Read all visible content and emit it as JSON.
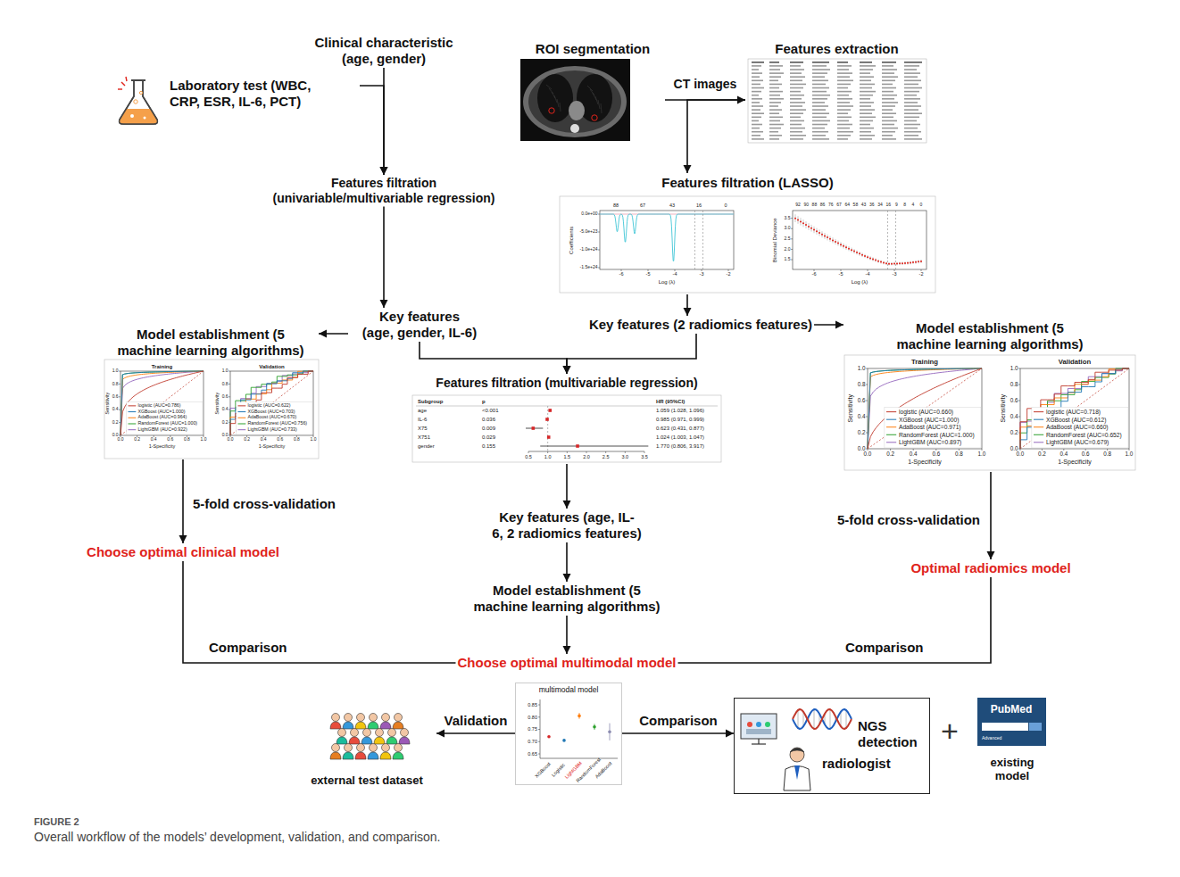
{
  "diagram": {
    "caption": "Overall workflow of the models’ development, validation, and comparison.",
    "nodes": [
      {
        "text": [
          "Clinical characteristic (age, gender)"
        ]
      },
      {
        "text": [
          "Laboratory test (WBC, CRP, ESR, IL-6, PCT)"
        ]
      },
      {
        "text": [
          "ROI segmentation"
        ]
      },
      {
        "text": [
          "Features extraction"
        ]
      },
      {
        "text": [
          "Features filtration (univariable/multivariable regression)"
        ]
      },
      {
        "text": [
          "Features filtration (LASSO)"
        ]
      },
      {
        "text": [
          "Model establishment (5 machine learning algorithms)"
        ]
      },
      {
        "text": [
          "Key features (age, gender, IL-6)"
        ]
      },
      {
        "text": [
          "Key features (2 radiomics features)"
        ]
      },
      {
        "text": [
          "Model establishment (5 machine learning algorithms)"
        ]
      },
      {
        "text": [
          "Features filtration (multivariable regression)"
        ]
      },
      {
        "text": [
          "Choose optimal clinical model"
        ]
      },
      {
        "text": [
          "Key features (age, IL-6, 2 radiomics features)"
        ]
      },
      {
        "text": [
          "Optimal radiomics model"
        ]
      },
      {
        "text": [
          "Model establishment (5 machine learning algorithms)"
        ]
      },
      {
        "text": [
          "Choose optimal multimodal model"
        ]
      },
      {
        "text": [
          "external test dataset"
        ]
      },
      {
        "text": [
          "multimodal model"
        ]
      },
      {
        "text": [
          "NGS detection",
          "radiologist"
        ]
      },
      {
        "text": [
          "existing model"
        ]
      }
    ],
    "edges": [
      {
        "from": 0,
        "to": 4,
        "arrow": "to"
      },
      {
        "from": 1,
        "to": 4,
        "arrow": "to"
      },
      {
        "from": 2,
        "to": 3,
        "label": "CT images",
        "arrow": "to"
      },
      {
        "from": 3,
        "to": 5,
        "arrow": "to"
      },
      {
        "from": 4,
        "to": 7,
        "arrow": "to"
      },
      {
        "from": 5,
        "to": 8,
        "arrow": "to"
      },
      {
        "from": 7,
        "to": 6,
        "arrow": "to"
      },
      {
        "from": 8,
        "to": 9,
        "arrow": "to"
      },
      {
        "from": 7,
        "to": 10,
        "arrow": "to"
      },
      {
        "from": 8,
        "to": 10,
        "arrow": "to"
      },
      {
        "from": 6,
        "to": 11,
        "label": "5-fold cross-validation",
        "arrow": "to"
      },
      {
        "from": 9,
        "to": 13,
        "label": "5-fold cross-validation",
        "arrow": "to"
      },
      {
        "from": 10,
        "to": 12,
        "arrow": "to"
      },
      {
        "from": 12,
        "to": 14,
        "arrow": "to"
      },
      {
        "from": 14,
        "to": 15,
        "arrow": "to"
      },
      {
        "from": 11,
        "to": 15,
        "label": "Comparison",
        "arrow": "none"
      },
      {
        "from": 13,
        "to": 15,
        "label": "Comparison",
        "arrow": "none"
      },
      {
        "from": 17,
        "to": 16,
        "label": "Validation",
        "arrow": "to"
      },
      {
        "from": 17,
        "to": 18,
        "label": "Comparison",
        "arrow": "to"
      }
    ],
    "labels": [
      "Training",
      "Sensitivity",
      "1-Specificity",
      "logistic (AUC=0.786)",
      "XGBoost (AUC=1.000)",
      "AdaBoost (AUC=0.964)",
      "RandomForest (AUC=1.000)",
      "LightGBM (AUC=0.922)",
      "0.0",
      "0.2",
      "0.4",
      "0.6",
      "0.8",
      "1.0",
      "0.0",
      "0.2",
      "0.4",
      "0.6",
      "0.8",
      "1.0",
      "Validation",
      "Sensitivity",
      "1-Specificity",
      "logistic (AUC=0.622)",
      "XGBoost (AUC=0.703)",
      "AdaBoost (AUC=0.670)",
      "RandomForest (AUC=0.756)",
      "LightGBM (AUC=0.733)",
      "0.0",
      "0.2",
      "0.4",
      "0.6",
      "0.8",
      "1.0",
      "0.0",
      "0.2",
      "0.4",
      "0.6",
      "0.8",
      "1.0",
      "Training",
      "Sensitivity",
      "1-Specificity",
      "logistic (AUC=0.660)",
      "XGBoost (AUC=1.000)",
      "AdaBoost (AUC=0.971)",
      "RandomForest (AUC=1.000)",
      "LightGBM (AUC=0.897)",
      "0.0",
      "0.2",
      "0.4",
      "0.6",
      "0.8",
      "1.0",
      "0.0",
      "0.2",
      "0.4",
      "0.6",
      "0.8",
      "1.0",
      "Validation",
      "Sensitivity",
      "1-Specificity",
      "logistic (AUC=0.718)",
      "XGBoost (AUC=0.612)",
      "AdaBoost (AUC=0.660)",
      "RandomForest (AUC=0.652)",
      "LightGBM (AUC=0.679)",
      "0.0",
      "0.2",
      "0.4",
      "0.6",
      "0.8",
      "1.0",
      "0.0",
      "0.2",
      "0.4",
      "0.6",
      "0.8",
      "1.0",
      "88",
      "67",
      "43",
      "16",
      "0",
      "Coefficients",
      "0.0e+00",
      "-5.0e+23",
      "-1.0e+24",
      "-1.5e+24",
      "-6",
      "-5",
      "-4",
      "-3",
      "-2",
      "Log (λ)",
      "92",
      "90",
      "88",
      "86",
      "76",
      "67",
      "64",
      "58",
      "43",
      "36",
      "34",
      "16",
      "9",
      "8",
      "4",
      "0",
      "Binomial Deviance",
      "1.5",
      "2.0",
      "2.5",
      "3.0",
      "3.5",
      "-6",
      "-5",
      "-4",
      "-3",
      "-2",
      "Log (λ)",
      "Subgroup",
      "p",
      "HR (95%CI)",
      "age",
      "<0.001",
      "1.059 (1.028, 1.096)",
      "IL-6",
      "0.036",
      "0.985 (0.971, 0.999)",
      "X75",
      "0.009",
      "0.623 (0.431, 0.877)",
      "X751",
      "0.029",
      "1.024 (1.003, 1.047)",
      "gender",
      "0.155",
      "1.770 (0.806, 3.917)",
      "0.5",
      "1.0",
      "1.5",
      "2.0",
      "2.5",
      "3.0",
      "3.5",
      "0.85",
      "0.80",
      "0.75",
      "0.70",
      "0.65",
      "XGBoost",
      "Logistic",
      "LightGBM",
      "RandomForest",
      "AdaBoost",
      "PubMed",
      "Advanced",
      "+",
      "FIGURE 2"
    ]
  }
}
